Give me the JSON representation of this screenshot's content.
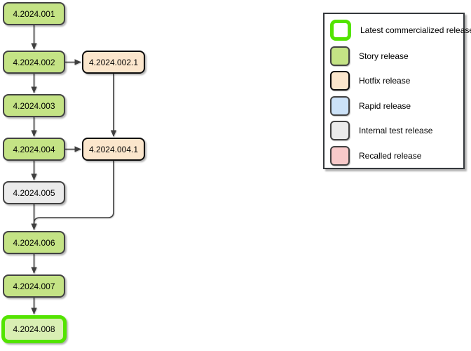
{
  "diagram": {
    "nodes": [
      {
        "label": "4.2024.001",
        "type": "story"
      },
      {
        "label": "4.2024.002",
        "type": "story"
      },
      {
        "label": "4.2024.002.1",
        "type": "hotfix"
      },
      {
        "label": "4.2024.003",
        "type": "story"
      },
      {
        "label": "4.2024.004",
        "type": "story"
      },
      {
        "label": "4.2024.004.1",
        "type": "hotfix"
      },
      {
        "label": "4.2024.005",
        "type": "internal-test"
      },
      {
        "label": "4.2024.006",
        "type": "story"
      },
      {
        "label": "4.2024.007",
        "type": "story"
      },
      {
        "label": "4.2024.008",
        "type": "latest-commercialized-story"
      }
    ],
    "edges": [
      {
        "from": "4.2024.001",
        "to": "4.2024.002"
      },
      {
        "from": "4.2024.002",
        "to": "4.2024.002.1"
      },
      {
        "from": "4.2024.002",
        "to": "4.2024.003"
      },
      {
        "from": "4.2024.003",
        "to": "4.2024.004"
      },
      {
        "from": "4.2024.004",
        "to": "4.2024.004.1"
      },
      {
        "from": "4.2024.002.1",
        "to": "4.2024.004.1"
      },
      {
        "from": "4.2024.004",
        "to": "4.2024.005"
      },
      {
        "from": "4.2024.005",
        "to": "4.2024.006"
      },
      {
        "from": "4.2024.004.1",
        "to": "4.2024.006"
      },
      {
        "from": "4.2024.006",
        "to": "4.2024.007"
      },
      {
        "from": "4.2024.007",
        "to": "4.2024.008"
      }
    ]
  },
  "legend": {
    "items": [
      {
        "label": "Latest commercialized release",
        "type": "latest"
      },
      {
        "label": "Story release",
        "type": "story"
      },
      {
        "label": "Hotfix release",
        "type": "hotfix"
      },
      {
        "label": "Rapid release",
        "type": "rapid"
      },
      {
        "label": "Internal test release",
        "type": "internal"
      },
      {
        "label": "Recalled release",
        "type": "recalled"
      }
    ]
  },
  "colors": {
    "story": "#c4e385",
    "hotfix": "#fbe6cc",
    "rapid": "#cce2f8",
    "internal": "#ebebeb",
    "recalled": "#f8caca",
    "latest_border": "#53e400",
    "latest_fill": "#d9efb3",
    "node_border": "#424242",
    "hotfix_border": "#0d0d0d",
    "edge": "#3f3f3f"
  }
}
